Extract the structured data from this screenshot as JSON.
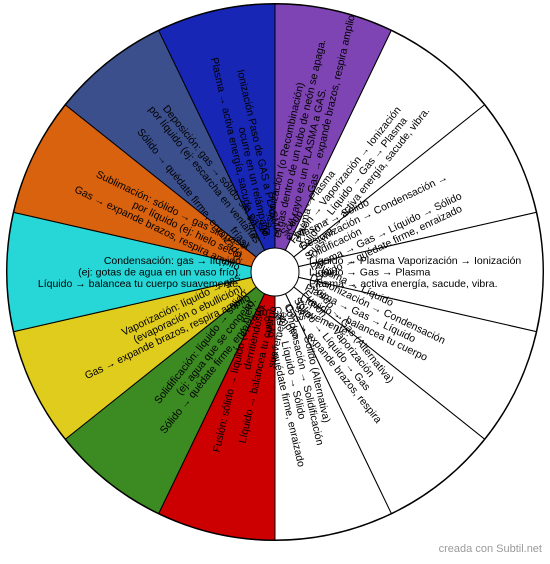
{
  "credit": "creada con Subtil.net",
  "wheel": {
    "segments": [
      {
        "color": "#7e44b4",
        "lines": [
          "Desionización (o Recombinación)",
          "el gas dentro de un tubo de neón se apaga.",
          "ej: el rayo es un PLASMA a GAS.",
          "Plasma → Gas → expande brazos, respira amplio"
        ]
      },
      {
        "color": "#ffffff",
        "lines": [
          "Sólido → Plasma",
          "Fusión → Vaporización → Ionización",
          "Sólido → Líquido → Gas → Plasma",
          "Plasma → activa energía, sacude, vibra."
        ]
      },
      {
        "color": "#ffffff",
        "lines": [
          "Plasma → Sólido",
          "Desionización → Condensación →",
          "Solidificación",
          "Plasma → Gas → Líquido → Sólido",
          "Sólido → quédate firme, enraizado"
        ]
      },
      {
        "color": "#ffffff",
        "lines": [
          "Líquido → Plasma Vaporización → Ionización",
          "Líquido → Gas → Plasma",
          "Plasma → activa energía, sacude, vibra."
        ]
      },
      {
        "color": "#ffffff",
        "lines": [
          "Plasma → Líquido",
          "Desionización → Condensación",
          "Plasma → Gas → Líquido",
          "Líquido → balancea tu cuerpo",
          "suavemente."
        ]
      },
      {
        "color": "#ffffff",
        "lines": [
          "Sólido → Gas (Alternativa)",
          "Fusión → Vaporización",
          "Sólido → Líquido → Gas",
          "Gas → expande brazos, respira",
          "amplio"
        ]
      },
      {
        "color": "#ffffff",
        "lines": [
          "Gas → Sólido (Alternativa)",
          "Condensación → Solidificación",
          "Gas → Líquido → Sólido",
          "Sólido → quédate firme, enraizado"
        ]
      },
      {
        "color": "#cc0000",
        "lines": [
          "Fusión: sólido → líquido (ej: hielo",
          "derritiéndose).",
          "Líquido → balancea tu cuerpo",
          "suavemente."
        ]
      },
      {
        "color": "#3c8a22",
        "lines": [
          "Solidificación: líquido → sólido",
          "(ej: agua que se congela).",
          "Sólido → quédate firme, enraizado"
        ]
      },
      {
        "color": "#e0cc1c",
        "lines": [
          "Vaporización: líquido → gas",
          "(evaporación o ebullición).",
          "Gas → expande brazos, respira amplio"
        ]
      },
      {
        "color": "#27d6d6",
        "lines": [
          "Condensación: gas → líquido",
          "(ej: gotas de agua en un vaso frío).",
          "Líquido → balancea tu cuerpo suavemente."
        ]
      },
      {
        "color": "#d9620e",
        "lines": [
          "Sublimación: sólido → gas sin pasar",
          "por líquido (ej: hielo seco).",
          "Gas → expande brazos, respira amplio"
        ]
      },
      {
        "color": "#3b4f8c",
        "lines": [
          "Deposición: gas → sólido sin pasar",
          "por líquido (ej: escarcha en ventanas",
          "frías).",
          "Sólido → quédate firme, enraizado"
        ]
      },
      {
        "color": "#1726b4",
        "lines": [
          "Ionización Paso de GAS a PLASMA,",
          "ocurre en un relámpago.",
          "Plasma → activa energía, sacude, vibra."
        ]
      }
    ]
  }
}
